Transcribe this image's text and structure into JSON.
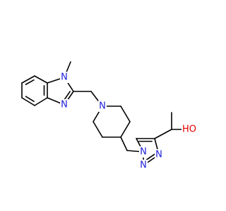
{
  "colors": {
    "background": "#ffffff",
    "bond": "#000000",
    "nitrogen": "#1f1fd8",
    "oxygen": "#e00000"
  },
  "atom_labels": {
    "n_methyl_benzimidazole": "N",
    "n_imine_benzimidazole": "N",
    "n_piperidine": "N",
    "n_triazole_1": "N",
    "n_triazole_2": "N",
    "n_triazole_3": "N",
    "hydroxyl": "HO"
  }
}
